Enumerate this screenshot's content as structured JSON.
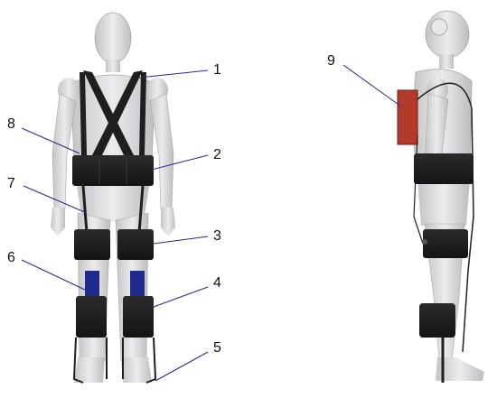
{
  "labels": {
    "l1": "1",
    "l2": "2",
    "l3": "3",
    "l4": "4",
    "l5": "5",
    "l6": "6",
    "l7": "7",
    "l8": "8",
    "l9": "9"
  },
  "colors": {
    "body": "#d7d7d9",
    "body_shade": "#b9b9bd",
    "strap": "#1f1f1f",
    "actuator": "#1e2a8c",
    "battery": "#b23a2a",
    "leader": "#2a2a8a",
    "text": "#111111"
  }
}
